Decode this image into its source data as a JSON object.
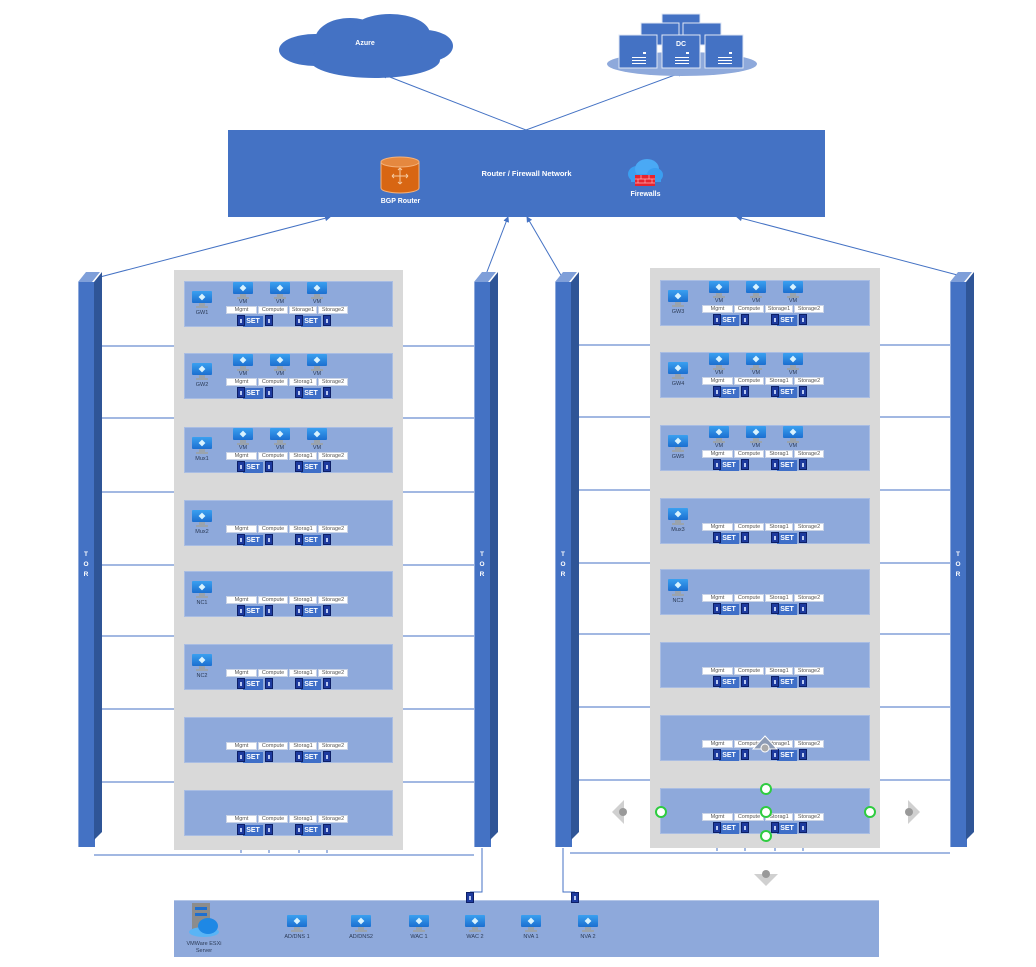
{
  "cloud": {
    "label": "Azure"
  },
  "datacenter": {
    "label": "DC"
  },
  "network": {
    "title": "Router / Firewall Network",
    "bgp_label": "BGP Router",
    "firewall_label": "Firewalls"
  },
  "tor_label": "TOR",
  "nic_labels": [
    "Mgmt",
    "Compute",
    "Storag1",
    "Storage2"
  ],
  "nic_labels_alt": [
    "Mgmt",
    "Compute",
    "Storage1",
    "Storage2"
  ],
  "set_label": "SET",
  "vm_label": "VM",
  "left_rack": {
    "nodes": [
      {
        "name": "GW1",
        "vms": 3
      },
      {
        "name": "GW2",
        "vms": 3
      },
      {
        "name": "Mux1",
        "vms": 3
      },
      {
        "name": "Mux2",
        "vms": 0
      },
      {
        "name": "NC1",
        "vms": 0
      },
      {
        "name": "NC2",
        "vms": 0
      },
      {
        "name": "",
        "vms": 0
      },
      {
        "name": "",
        "vms": 0
      }
    ]
  },
  "right_rack": {
    "nodes": [
      {
        "name": "GW3",
        "vms": 3
      },
      {
        "name": "GW4",
        "vms": 3
      },
      {
        "name": "GW5",
        "vms": 3
      },
      {
        "name": "Mux3",
        "vms": 0
      },
      {
        "name": "NC3",
        "vms": 0
      },
      {
        "name": "",
        "vms": 0
      },
      {
        "name": "",
        "vms": 0
      },
      {
        "name": "",
        "vms": 0
      }
    ]
  },
  "management": {
    "server_label": "VMWare ESXi Server",
    "vms": [
      "AD/DNS 1",
      "AD/DNS2",
      "WAC 1",
      "WAC 2",
      "NVA 1",
      "NVA 2"
    ]
  },
  "colors": {
    "primary": "#4472c4",
    "node_fill": "#8ea9db",
    "rack_bg": "#d9d9d9",
    "bgp_orange": "#d86613",
    "firewall_red": "#e8242e",
    "selection_green": "#2ecc40"
  }
}
